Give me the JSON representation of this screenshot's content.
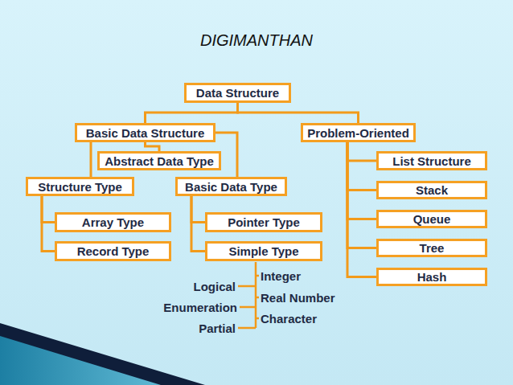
{
  "diagram": {
    "title": "DIGIMANTHAN",
    "nodes": [
      {
        "text": [
          "Data Structure"
        ]
      },
      {
        "text": [
          "Basic Data Structure"
        ]
      },
      {
        "text": [
          "Problem-Oriented"
        ]
      },
      {
        "text": [
          "Abstract Data Type"
        ]
      },
      {
        "text": [
          "Structure Type"
        ]
      },
      {
        "text": [
          "Basic Data Type"
        ]
      },
      {
        "text": [
          "Array Type"
        ]
      },
      {
        "text": [
          "Record Type"
        ]
      },
      {
        "text": [
          "Pointer Type"
        ]
      },
      {
        "text": [
          "Simple Type"
        ]
      },
      {
        "text": [
          "List Structure"
        ]
      },
      {
        "text": [
          "Stack"
        ]
      },
      {
        "text": [
          "Queue"
        ]
      },
      {
        "text": [
          "Tree"
        ]
      },
      {
        "text": [
          "Hash"
        ]
      }
    ],
    "edges": [
      {
        "from": 0,
        "to": 1,
        "arrow": "none"
      },
      {
        "from": 0,
        "to": 2,
        "arrow": "none"
      },
      {
        "from": 1,
        "to": 3,
        "arrow": "none"
      },
      {
        "from": 1,
        "to": 4,
        "arrow": "none"
      },
      {
        "from": 1,
        "to": 5,
        "arrow": "none"
      },
      {
        "from": 4,
        "to": 6,
        "arrow": "none"
      },
      {
        "from": 4,
        "to": 7,
        "arrow": "none"
      },
      {
        "from": 5,
        "to": 8,
        "arrow": "none"
      },
      {
        "from": 5,
        "to": 9,
        "arrow": "none"
      },
      {
        "from": 2,
        "to": 10,
        "arrow": "none"
      },
      {
        "from": 2,
        "to": 11,
        "arrow": "none"
      },
      {
        "from": 2,
        "to": 12,
        "arrow": "none"
      },
      {
        "from": 2,
        "to": 13,
        "arrow": "none"
      },
      {
        "from": 2,
        "to": 14,
        "arrow": "none"
      }
    ],
    "labels": [
      "Integer",
      "Real Number",
      "Character",
      "Logical",
      "Enumeration",
      "Partial"
    ]
  }
}
